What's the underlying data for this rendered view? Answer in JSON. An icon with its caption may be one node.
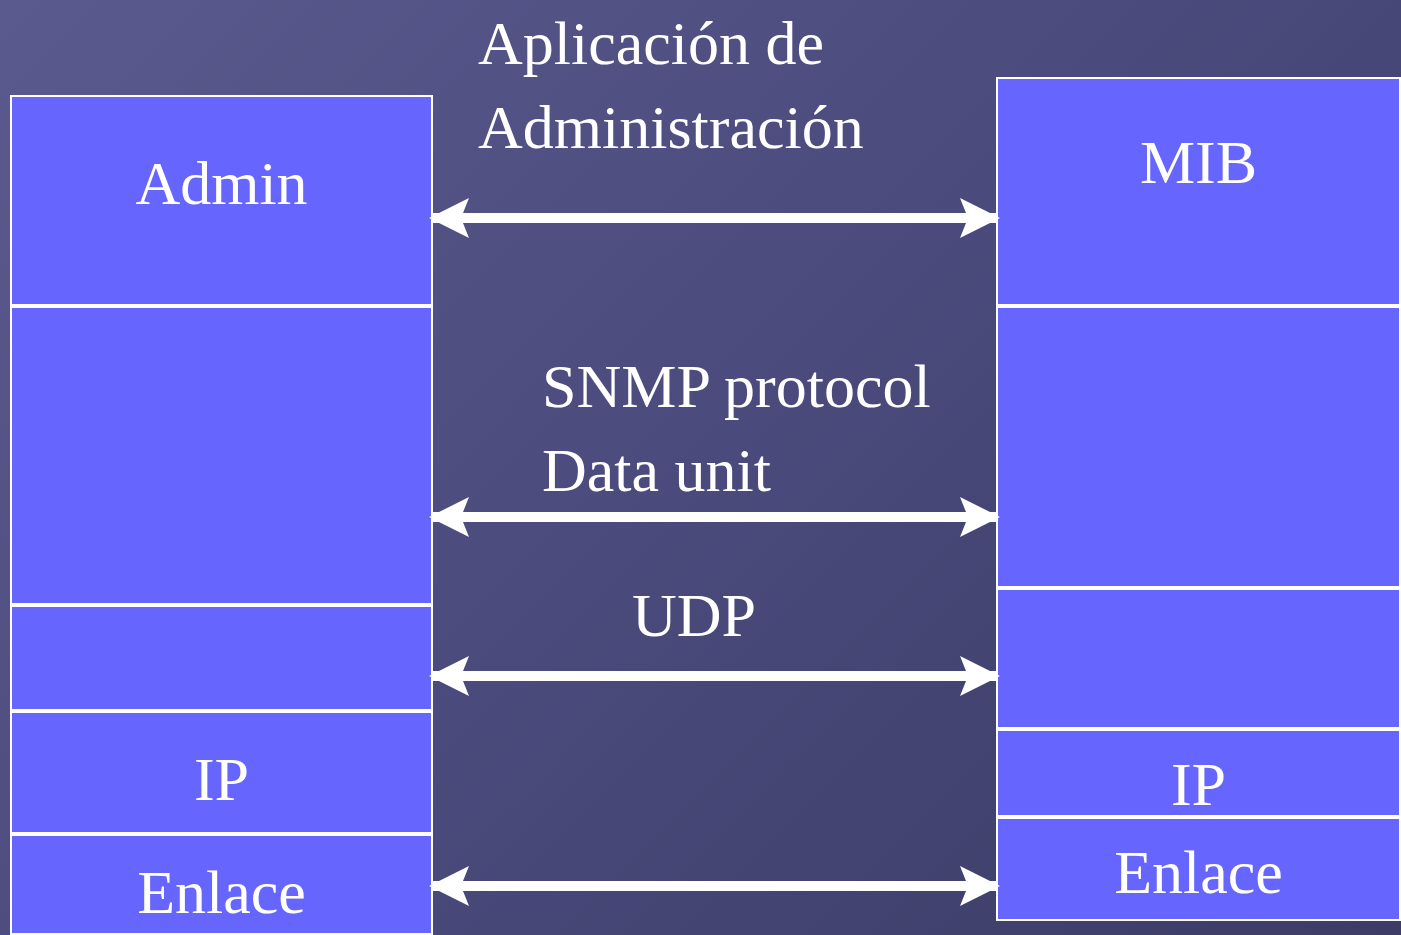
{
  "diagram": {
    "nodes": [
      {
        "text": [
          "Admin"
        ]
      },
      {
        "text": [],
        "shape": "box"
      },
      {
        "text": [],
        "shape": "box"
      },
      {
        "text": [
          "IP"
        ]
      },
      {
        "text": [
          "Enlace"
        ]
      },
      {
        "text": [
          "MIB"
        ]
      },
      {
        "text": [],
        "shape": "box"
      },
      {
        "text": [],
        "shape": "box"
      },
      {
        "text": [
          "IP"
        ]
      },
      {
        "text": [
          "Enlace"
        ]
      }
    ],
    "edges": [
      {
        "from": 0,
        "to": 5,
        "arrow": "both",
        "label": "Aplicación de Administración"
      },
      {
        "from": 1,
        "to": 6,
        "arrow": "both",
        "label": "SNMP protocol Data unit"
      },
      {
        "from": 2,
        "to": 7,
        "arrow": "both",
        "label": "UDP"
      },
      {
        "from": 4,
        "to": 9,
        "arrow": "both"
      }
    ]
  }
}
